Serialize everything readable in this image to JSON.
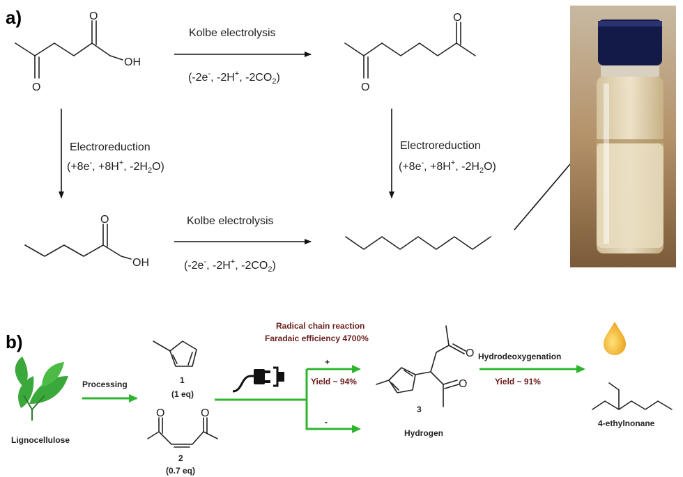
{
  "panel_a": {
    "label": "a)",
    "oh_top": "OH",
    "o_top_left_acid": "O",
    "o_top_left_ketone": "O",
    "o_top_right_1": "O",
    "o_top_right_2": "O",
    "oh_bottom": "OH",
    "o_bottom_acid": "O",
    "kolbe_top": "Kolbe electrolysis",
    "kolbe_top_cond_a": "(-2e",
    "kolbe_top_cond_b": "-",
    "kolbe_top_cond_c": ", -2H",
    "kolbe_top_cond_d": "+",
    "kolbe_top_cond_e": ", -2CO",
    "kolbe_top_cond_f": "2",
    "kolbe_top_cond_g": ")",
    "kolbe_bottom": "Kolbe electrolysis",
    "electro_left": "Electroreduction",
    "electro_right": "Electroreduction",
    "ered_a": "(+8e",
    "ered_b": "-",
    "ered_c": ", +8H",
    "ered_d": "+",
    "ered_e": ", -2H",
    "ered_f": "2",
    "ered_g": "O)"
  },
  "panel_b": {
    "label": "b)",
    "lignocellulose": "Lignocellulose",
    "processing": "Processing",
    "compound1_num": "1",
    "compound1_eq": "(1 eq)",
    "compound2_num": "2",
    "compound2_eq": "(0.7 eq)",
    "radical_line1": "Radical chain reaction",
    "radical_line2": "Faradaic efficiency 4700%",
    "plus": "+",
    "minus": "-",
    "yield1": "Yield ~ 94%",
    "compound3_num": "3",
    "hydrogen": "Hydrogen",
    "hdo": "Hydrodeoxygenation",
    "yield2": "Yield ~ 91%",
    "product": "4-ethylnonane"
  },
  "colors": {
    "arrow_green": "#2db52d",
    "annotation_red": "#6b1d1d",
    "leaf_green": "#3aa83a",
    "oil_gold": "#f0b020"
  }
}
